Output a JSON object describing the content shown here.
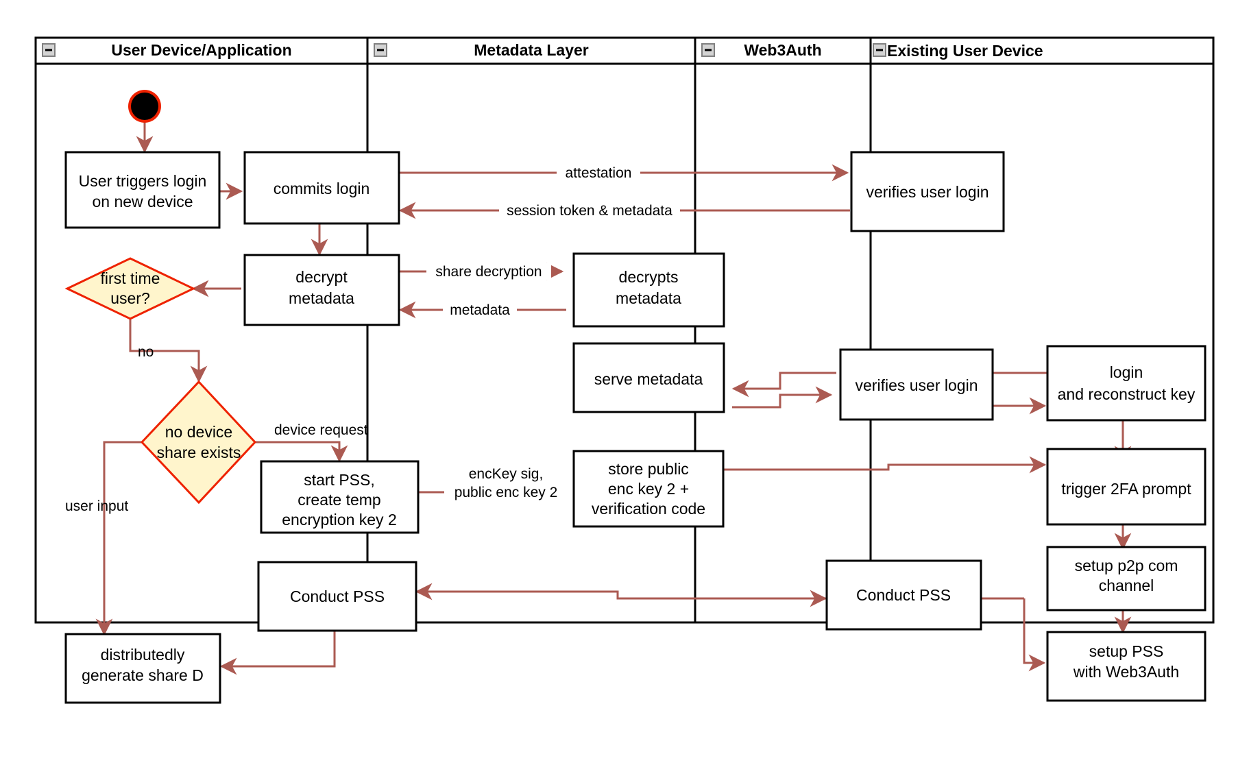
{
  "diagram": {
    "title": "Web3Auth new-device login activity diagram",
    "colors": {
      "edge": "#ab5a52",
      "decision_fill": "#fff5cc",
      "decision_stroke": "#ee2200",
      "box_fill": "#ffffff",
      "box_stroke": "#000000",
      "start_node": "#000000",
      "start_node_ring": "#ee2200"
    },
    "lanes": [
      {
        "id": "user-device",
        "label": "User Device/Application",
        "collapse_icon": "minus-icon"
      },
      {
        "id": "metadata-layer",
        "label": "Metadata Layer",
        "collapse_icon": "minus-icon"
      },
      {
        "id": "web3auth",
        "label": "Web3Auth",
        "collapse_icon": "minus-icon"
      },
      {
        "id": "existing-user-device",
        "label": "Existing User Device",
        "collapse_icon": "minus-icon"
      }
    ],
    "nodes": [
      {
        "id": "start",
        "lane": "user-device",
        "type": "start",
        "label": ""
      },
      {
        "id": "user-triggers-login",
        "lane": "user-device",
        "type": "action",
        "lines": [
          "User triggers login",
          "on new device"
        ]
      },
      {
        "id": "commits-login",
        "lane": "user-device",
        "type": "action",
        "lines": [
          "commits login"
        ]
      },
      {
        "id": "verifies-user-login-1",
        "lane": "web3auth",
        "type": "action",
        "lines": [
          "verifies user login"
        ]
      },
      {
        "id": "decrypt-metadata",
        "lane": "user-device",
        "type": "action",
        "lines": [
          "decrypt",
          "metadata"
        ]
      },
      {
        "id": "decrypts-metadata",
        "lane": "metadata-layer",
        "type": "action",
        "lines": [
          "decrypts",
          "metadata"
        ]
      },
      {
        "id": "first-time-user",
        "lane": "user-device",
        "type": "decision",
        "lines": [
          "first time",
          "user?"
        ]
      },
      {
        "id": "no-device-share-exists",
        "lane": "user-device",
        "type": "decision",
        "lines": [
          "no device",
          "share exists"
        ]
      },
      {
        "id": "serve-metadata",
        "lane": "metadata-layer",
        "type": "action",
        "lines": [
          "serve metadata"
        ]
      },
      {
        "id": "verifies-user-login-2",
        "lane": "web3auth",
        "type": "action",
        "lines": [
          "verifies user login"
        ]
      },
      {
        "id": "login-and-reconstruct-key",
        "lane": "existing-user-device",
        "type": "action",
        "lines": [
          "login",
          "and reconstruct key"
        ]
      },
      {
        "id": "start-pss",
        "lane": "user-device",
        "type": "action",
        "lines": [
          "start PSS,",
          "create temp",
          "encryption key 2"
        ]
      },
      {
        "id": "store-public-enc-key",
        "lane": "metadata-layer",
        "type": "action",
        "lines": [
          "store public",
          "enc key 2 +",
          "verification code"
        ]
      },
      {
        "id": "trigger-2fa-prompt",
        "lane": "existing-user-device",
        "type": "action",
        "lines": [
          "trigger 2FA prompt"
        ]
      },
      {
        "id": "setup-p2p-com-channel",
        "lane": "existing-user-device",
        "type": "action",
        "lines": [
          "setup p2p com",
          "channel"
        ]
      },
      {
        "id": "conduct-pss-user",
        "lane": "user-device",
        "type": "action",
        "lines": [
          "Conduct PSS"
        ]
      },
      {
        "id": "conduct-pss-web3auth",
        "lane": "web3auth",
        "type": "action",
        "lines": [
          "Conduct PSS"
        ]
      },
      {
        "id": "setup-pss-with-web3auth",
        "lane": "existing-user-device",
        "type": "action",
        "lines": [
          "setup PSS",
          "with Web3Auth"
        ]
      },
      {
        "id": "distributedly-generate-share-d",
        "lane": "user-device",
        "type": "action",
        "lines": [
          "distributedly",
          "generate share D"
        ]
      }
    ],
    "edges": [
      {
        "from": "start",
        "to": "user-triggers-login",
        "label": ""
      },
      {
        "from": "user-triggers-login",
        "to": "commits-login",
        "label": ""
      },
      {
        "from": "commits-login",
        "to": "verifies-user-login-1",
        "label": "attestation"
      },
      {
        "from": "verifies-user-login-1",
        "to": "commits-login",
        "label": "session token & metadata"
      },
      {
        "from": "commits-login",
        "to": "decrypt-metadata",
        "label": ""
      },
      {
        "from": "decrypt-metadata",
        "to": "decrypts-metadata",
        "label": "share decryption"
      },
      {
        "from": "decrypts-metadata",
        "to": "decrypt-metadata",
        "label": "metadata"
      },
      {
        "from": "decrypt-metadata",
        "to": "first-time-user",
        "label": ""
      },
      {
        "from": "first-time-user",
        "to": "no-device-share-exists",
        "label": "no"
      },
      {
        "from": "no-device-share-exists",
        "to": "start-pss",
        "label": "device request"
      },
      {
        "from": "no-device-share-exists",
        "to": "distributedly-generate-share-d",
        "label": "user input"
      },
      {
        "from": "start-pss",
        "to": "store-public-enc-key",
        "label": "encKey sig,\npublic enc key 2"
      },
      {
        "from": "verifies-user-login-2",
        "to": "serve-metadata",
        "label": ""
      },
      {
        "from": "serve-metadata",
        "to": "verifies-user-login-2",
        "label": ""
      },
      {
        "from": "login-and-reconstruct-key",
        "to": "verifies-user-login-2",
        "label": ""
      },
      {
        "from": "verifies-user-login-2",
        "to": "login-and-reconstruct-key",
        "label": ""
      },
      {
        "from": "login-and-reconstruct-key",
        "to": "trigger-2fa-prompt",
        "label": ""
      },
      {
        "from": "store-public-enc-key",
        "to": "trigger-2fa-prompt",
        "label": ""
      },
      {
        "from": "trigger-2fa-prompt",
        "to": "setup-p2p-com-channel",
        "label": ""
      },
      {
        "from": "setup-p2p-com-channel",
        "to": "setup-pss-with-web3auth",
        "label": ""
      },
      {
        "from": "setup-pss-with-web3auth",
        "to": "conduct-pss-web3auth",
        "label": ""
      },
      {
        "from": "conduct-pss-web3auth",
        "to": "conduct-pss-user",
        "label": ""
      },
      {
        "from": "conduct-pss-user",
        "to": "distributedly-generate-share-d",
        "label": ""
      }
    ],
    "edge_labels": {
      "attestation": "attestation",
      "session_token": "session token & metadata",
      "share_decryption": "share decryption",
      "metadata": "metadata",
      "no": "no",
      "device_request": "device request",
      "user_input": "user input",
      "enckey_sig_line1": "encKey sig,",
      "enckey_sig_line2": "public enc key 2"
    },
    "node_text": {
      "user_triggers_login_l1": "User triggers login",
      "user_triggers_login_l2": "on new device",
      "commits_login": "commits login",
      "verifies_user_login_1": "verifies user login",
      "decrypt_l1": "decrypt",
      "decrypt_l2": "metadata",
      "decrypts_l1": "decrypts",
      "decrypts_l2": "metadata",
      "first_time_l1": "first time",
      "first_time_l2": "user?",
      "no_device_l1": "no device",
      "no_device_l2": "share exists",
      "serve_metadata": "serve metadata",
      "verifies_user_login_2": "verifies user login",
      "login_l1": "login",
      "login_l2": "and reconstruct key",
      "start_pss_l1": "start PSS,",
      "start_pss_l2": "create temp",
      "start_pss_l3": "encryption key 2",
      "store_l1": "store public",
      "store_l2": "enc key 2 +",
      "store_l3": "verification code",
      "trigger_2fa": "trigger 2FA prompt",
      "setup_p2p_l1": "setup p2p com",
      "setup_p2p_l2": "channel",
      "conduct_pss_user": "Conduct PSS",
      "conduct_pss_web3auth": "Conduct PSS",
      "setup_pss_l1": "setup PSS",
      "setup_pss_l2": "with Web3Auth",
      "distributedly_l1": "distributedly",
      "distributedly_l2": "generate share D"
    }
  }
}
